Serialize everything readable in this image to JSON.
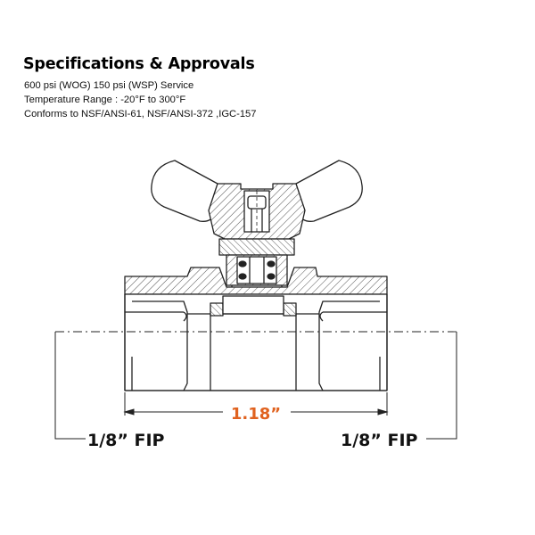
{
  "specifications": {
    "title": "Specifications & Approvals",
    "lines": [
      "600 psi (WOG) 150 psi (WSP) Service",
      "Temperature Range : -20°F to 300°F",
      "Conforms to NSF/ANSI-61, NSF/ANSI-372 ,IGC-157"
    ]
  },
  "dimension": {
    "value": "1.18”",
    "color": "#e0621f"
  },
  "ports": {
    "left_label": "1/8” FIP",
    "right_label": "1/8” FIP"
  },
  "colors": {
    "line": "#222222",
    "hatch": "#555555",
    "background": "#ffffff"
  }
}
